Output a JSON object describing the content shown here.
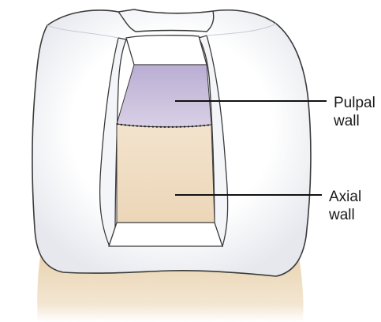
{
  "labels": {
    "pulpal_line1": "Pulpal",
    "pulpal_line2": "wall",
    "axial_line1": "Axial",
    "axial_line2": "wall"
  },
  "colors": {
    "enamel": "#ffffff",
    "enamel_shadow": "#e4e6ec",
    "outline": "#3a3a3a",
    "pulpal_floor": "#bfb6d6",
    "axial_wall": "#f1dfc6",
    "root": "#ead7b6",
    "leader": "#111111"
  }
}
